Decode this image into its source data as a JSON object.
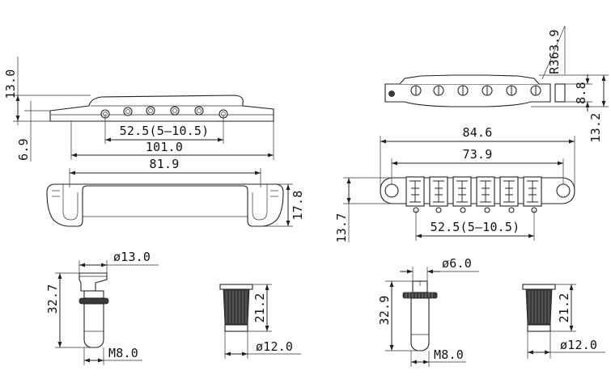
{
  "diagram": {
    "stop_tailpiece": {
      "side_view": {
        "height": "13.0",
        "base": "6.9",
        "stud_spacing": "52.5(5–10.5)",
        "length": "101.0"
      },
      "top_view": {
        "slot_width": "81.9",
        "depth": "17.8"
      },
      "stud": {
        "head_diameter": "ø13.0",
        "length": "32.7",
        "thread": "M8.0"
      },
      "anchor": {
        "height": "21.2",
        "diameter": "ø12.0"
      }
    },
    "bridge": {
      "radius": "R363.9",
      "side_view": {
        "saddle_height": "8.8",
        "total_height": "13.2"
      },
      "top_view": {
        "overall_length": "84.6",
        "post_spacing": "73.9",
        "depth": "13.7",
        "string_spacing": "52.5(5–10.5)"
      },
      "post": {
        "head_diameter": "ø6.0",
        "length": "32.9",
        "thread": "M8.0"
      },
      "anchor": {
        "height": "21.2",
        "diameter": "ø12.0"
      }
    }
  }
}
